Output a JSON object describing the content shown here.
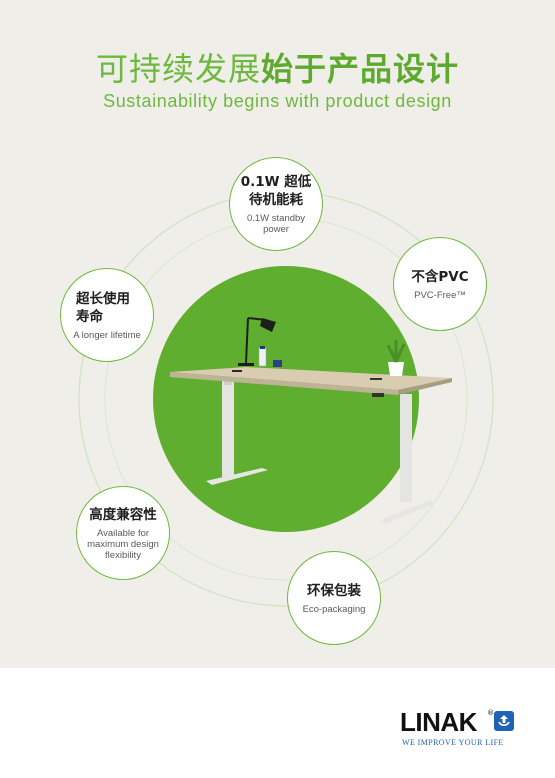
{
  "header": {
    "title_light": "可持续发展",
    "title_bold": "始于产品设计",
    "subtitle": "Sustainability begins with product design"
  },
  "features": [
    {
      "zh": "0.1W 超低待机能耗",
      "en": "0.1W standby power"
    },
    {
      "zh": "不含PVC",
      "en": "PVC-Free™"
    },
    {
      "zh": "超长使用寿命",
      "en": "A longer lifetime"
    },
    {
      "zh": "高度兼容性",
      "en": "Available for maximum design flexibility"
    },
    {
      "zh": "环保包装",
      "en": "Eco-packaging"
    }
  ],
  "brand": {
    "name": "LINAK",
    "registered": "®",
    "tagline": "WE IMPROVE YOUR LIFE"
  },
  "colors": {
    "accent_green": "#6fb83f",
    "circle_green": "#5fae2f",
    "brand_blue": "#1e63b6",
    "background": "#efeee9"
  },
  "icons": [
    "desk-lamp-icon",
    "potted-plant-icon",
    "logo-arrow-icon"
  ]
}
